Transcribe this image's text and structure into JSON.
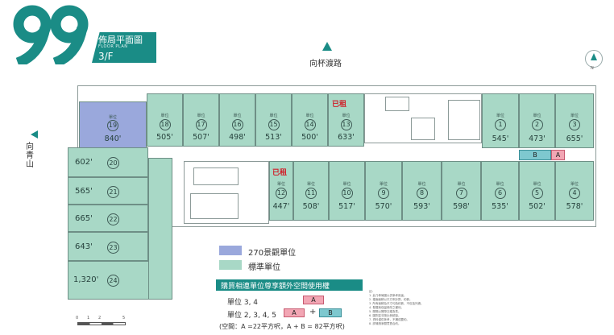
{
  "header": {
    "logo_text": "99",
    "title_cn": "佈局平面圖",
    "title_en": "FLOOR PLAN",
    "floor": "3/F",
    "brand_color": "#1a8c86"
  },
  "compass": {
    "north_label": "N",
    "road_top": "向杯渡路",
    "road_left": "向青山"
  },
  "colors": {
    "standard_unit": "#a8d8c6",
    "view_unit": "#9aa8dc",
    "tag_a": "#f2a6b4",
    "tag_b": "#7ec8cf",
    "sold_red": "#d0202a"
  },
  "unit_word": "單位",
  "sold_text": "已租",
  "top_units": [
    {
      "no": "19",
      "area": "840'"
    },
    {
      "no": "18",
      "area": "505'"
    },
    {
      "no": "17",
      "area": "507'"
    },
    {
      "no": "16",
      "area": "498'"
    },
    {
      "no": "15",
      "area": "513'"
    },
    {
      "no": "14",
      "area": "500'"
    },
    {
      "no": "13",
      "area": "633'"
    },
    {
      "no": "1",
      "area": "545'"
    },
    {
      "no": "2",
      "area": "473'"
    },
    {
      "no": "3",
      "area": "655'"
    }
  ],
  "bottom_units": [
    {
      "no": "12",
      "area": "447'"
    },
    {
      "no": "11",
      "area": "508'"
    },
    {
      "no": "10",
      "area": "517'"
    },
    {
      "no": "9",
      "area": "570'"
    },
    {
      "no": "8",
      "area": "593'"
    },
    {
      "no": "7",
      "area": "598'"
    },
    {
      "no": "6",
      "area": "535'"
    },
    {
      "no": "5",
      "area": "502'"
    },
    {
      "no": "4",
      "area": "578'"
    }
  ],
  "side_units": [
    {
      "no": "20",
      "area": "602'"
    },
    {
      "no": "21",
      "area": "565'"
    },
    {
      "no": "22",
      "area": "665'"
    },
    {
      "no": "23",
      "area": "643'"
    },
    {
      "no": "24",
      "area": "1,320'"
    }
  ],
  "extra_tags": {
    "a": "A",
    "b": "B"
  },
  "legend": {
    "view_label": "270景觀單位",
    "standard_label": "標準單位"
  },
  "offer": {
    "title": "購買相連單位尊享額外空間使用權",
    "row1_label": "單位 3, 4",
    "row1_a": "A",
    "row2_label": "單位 2, 3, 4, 5",
    "row2_a": "A",
    "row2_plus": "+",
    "row2_b": "B",
    "footnote": "(空間：A =22平方呎，A + B = 82平方呎)"
  },
  "scale": {
    "s0": "0",
    "s1": "1",
    "s2": "2",
    "s5": "5"
  },
  "notes": {
    "heading": "註：",
    "lines": [
      "1. 此乃佈局圖以供參考用途。",
      "2. 樓面面積以平方呎計算，約數。",
      "3. 所有面積及尺寸均為約數，不包括外牆。",
      "4. 發展商保留修改之權利。",
      "5. 間隔以實際交樓為準。",
      "6. 圖則並非按比例繪製。",
      "7. 資料僅供參考，不構成要約。",
      "8. 詳情請參閱買賣合約。"
    ]
  }
}
